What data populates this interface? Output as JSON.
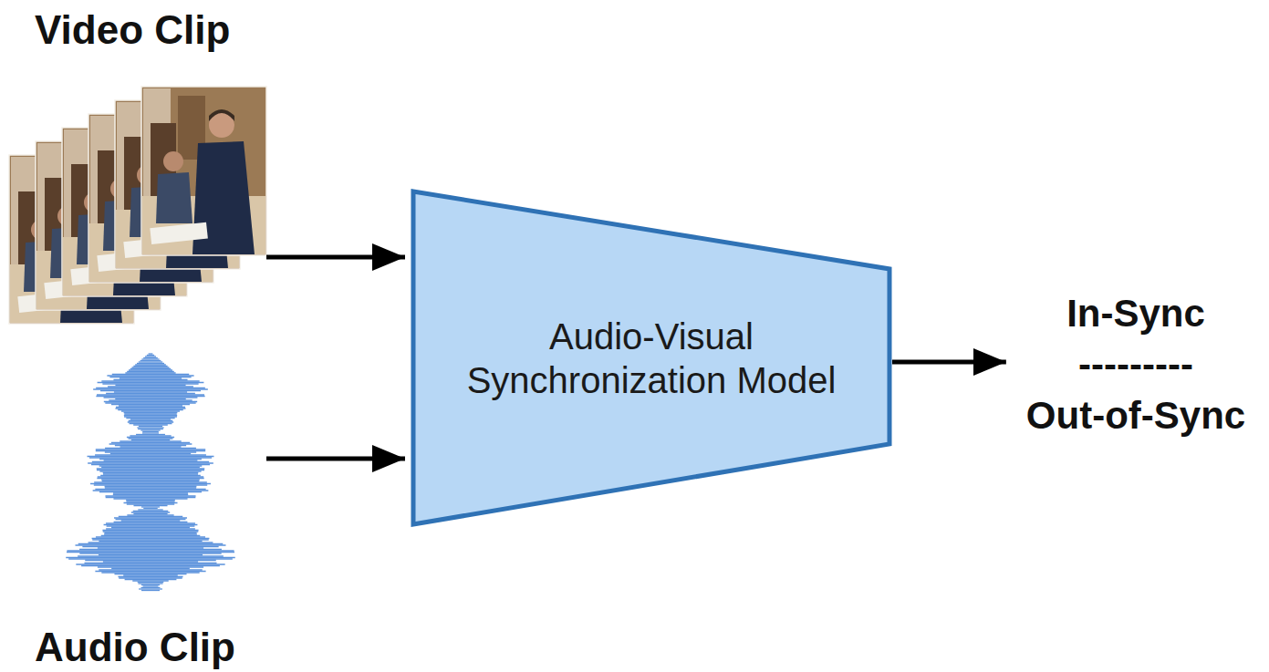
{
  "diagram": {
    "nodes": [
      {
        "text": [
          "Video Clip"
        ]
      },
      {
        "text": [
          "Audio Clip"
        ]
      },
      {
        "text": [
          "Audio-Visual Synchronization Model"
        ]
      },
      {
        "text": [
          "In-Sync",
          "---------",
          "Out-of-Sync"
        ]
      }
    ],
    "edges": [
      {
        "from": 0,
        "to": 2,
        "arrow": "to"
      },
      {
        "from": 1,
        "to": 2,
        "arrow": "to"
      },
      {
        "from": 2,
        "to": 3,
        "arrow": "to"
      }
    ]
  }
}
